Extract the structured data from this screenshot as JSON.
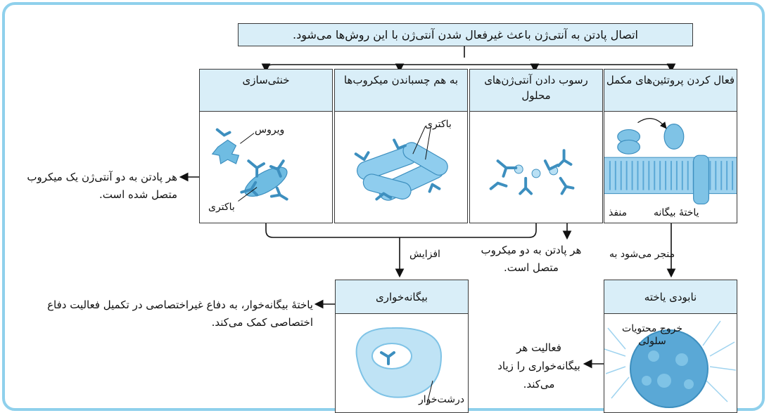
{
  "top_statement": "اتصال پادتن به آنتی‌ژن باعث غیرفعال شدن آنتی‌ژن با این روش‌ها می‌شود.",
  "columns": [
    {
      "title": "فعال کردن پروتئین‌های مکمل",
      "labels": [
        "منفذ",
        "یاختهٔ بیگانه"
      ]
    },
    {
      "title": "رسوب دادن آنتی‌ژن‌های محلول",
      "labels": []
    },
    {
      "title": "به هم چسباندن میکروب‌ها",
      "labels": [
        "باکتری"
      ]
    },
    {
      "title": "خنثی‌سازی",
      "labels": [
        "ویروس",
        "باکتری"
      ]
    }
  ],
  "notes": {
    "neutralize_side": "هر پادتن به دو آنتی‌ژن یک میکروب متصل شده است.",
    "precip_below": "هر پادتن به دو میکروب متصل است.",
    "increase": "افزایش",
    "leads_to": "منجر می‌شود به",
    "phago_side": "یاختهٔ بیگانه‌خوار، به دفاع غیراختصاصی در تکمیل فعالیت دفاع اختصاصی کمک می‌کند.",
    "lysis_side": "فعالیت هر بیگانه‌خواری را زیاد می‌کند."
  },
  "bottom_boxes": {
    "phagocytosis": {
      "title": "بیگانه‌خواری",
      "label": "درشت‌خوار"
    },
    "cell_lysis": {
      "title": "نابودی یاخته",
      "label": "خروج محتویات سلولی"
    }
  },
  "colors": {
    "header_fill": "#d9eef8",
    "frame": "#8fd0ec",
    "illustration": "#7fc3e6"
  }
}
